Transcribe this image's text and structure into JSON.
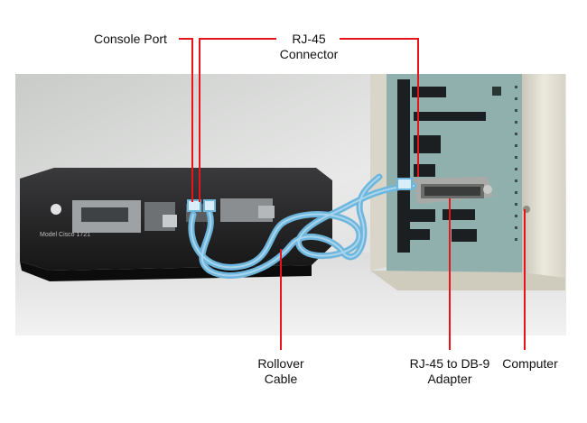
{
  "labels": {
    "console_port": "Console Port",
    "rj45_line1": "RJ-45",
    "rj45_line2": "Connector",
    "rollover_line1": "Rollover",
    "rollover_line2": "Cable",
    "adapter_line1": "RJ-45 to DB-9",
    "adapter_line2": "Adapter",
    "computer": "Computer"
  },
  "router": {
    "model_text": "Model Cisco 1721"
  },
  "colors": {
    "callout": "#e8141b",
    "cable": "#6fb6dd",
    "router_body": "#1d1d1f",
    "pc_case": "#e6e3d6",
    "pc_panel": "#8fb0ad",
    "backdrop": "#d2d4d2"
  }
}
